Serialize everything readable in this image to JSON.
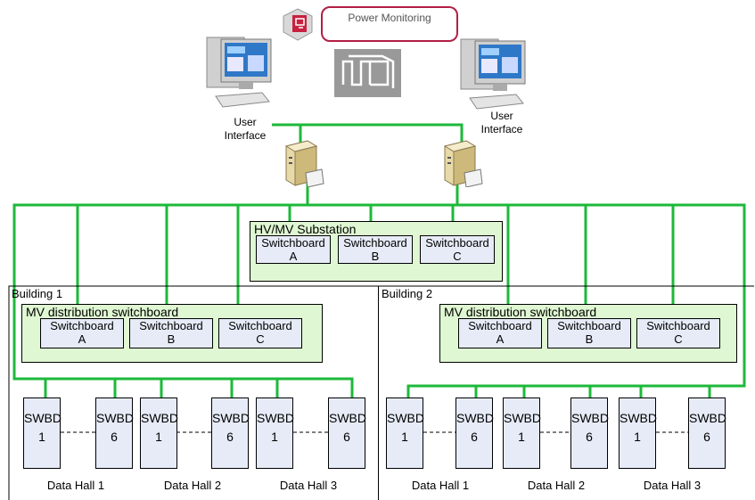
{
  "header": {
    "title": "Power Monitoring"
  },
  "user_interfaces": [
    {
      "label_line1": "User",
      "label_line2": "Interface"
    },
    {
      "label_line1": "User",
      "label_line2": "Interface"
    }
  ],
  "substation": {
    "label": "HV/MV Substation",
    "switchboards": [
      {
        "line1": "Switchboard",
        "line2": "A"
      },
      {
        "line1": "Switchboard",
        "line2": "B"
      },
      {
        "line1": "Switchboard",
        "line2": "C"
      }
    ]
  },
  "buildings": [
    {
      "label": "Building 1",
      "mv_label": "MV distribution switchboard",
      "switchboards": [
        {
          "line1": "Switchboard",
          "line2": "A"
        },
        {
          "line1": "Switchboard",
          "line2": "B"
        },
        {
          "line1": "Switchboard",
          "line2": "C"
        }
      ],
      "data_halls": [
        {
          "label": "Data Hall 1",
          "swbd": [
            {
              "line1": "SWBD",
              "line2": "1"
            },
            {
              "line1": "SWBD",
              "line2": "6"
            }
          ]
        },
        {
          "label": "Data Hall 2",
          "swbd": [
            {
              "line1": "SWBD",
              "line2": "1"
            },
            {
              "line1": "SWBD",
              "line2": "6"
            }
          ]
        },
        {
          "label": "Data Hall 3",
          "swbd": [
            {
              "line1": "SWBD",
              "line2": "1"
            },
            {
              "line1": "SWBD",
              "line2": "6"
            }
          ]
        }
      ]
    },
    {
      "label": "Building 2",
      "mv_label": "MV distribution switchboard",
      "switchboards": [
        {
          "line1": "Switchboard",
          "line2": "A"
        },
        {
          "line1": "Switchboard",
          "line2": "B"
        },
        {
          "line1": "Switchboard",
          "line2": "C"
        }
      ],
      "data_halls": [
        {
          "label": "Data Hall 1",
          "swbd": [
            {
              "line1": "SWBD",
              "line2": "1"
            },
            {
              "line1": "SWBD",
              "line2": "6"
            }
          ]
        },
        {
          "label": "Data Hall 2",
          "swbd": [
            {
              "line1": "SWBD",
              "line2": "1"
            },
            {
              "line1": "SWBD",
              "line2": "6"
            }
          ]
        },
        {
          "label": "Data Hall 3",
          "swbd": [
            {
              "line1": "SWBD",
              "line2": "1"
            },
            {
              "line1": "SWBD",
              "line2": "6"
            }
          ]
        }
      ]
    }
  ],
  "colors": {
    "network_line": "#1db93a",
    "group_fill": "#dff7d2",
    "box_fill": "#e6ebf7",
    "title_border": "#b21f45"
  },
  "icons": [
    "workstation-icon",
    "server-icon",
    "app-logo-icon",
    "power-monitoring-logo-icon"
  ]
}
